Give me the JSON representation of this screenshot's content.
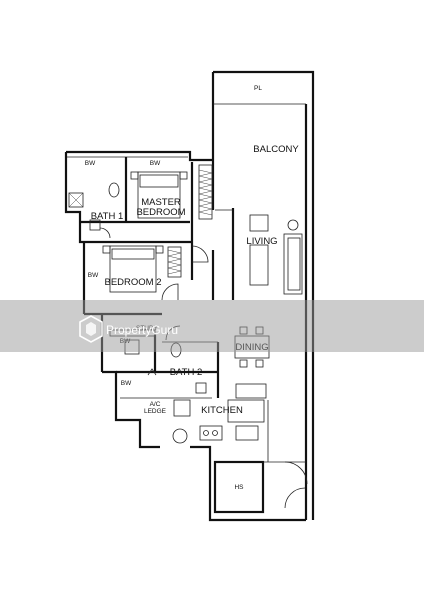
{
  "rooms": {
    "planter": "PL",
    "balcony": "BALCONY",
    "bw_bath1": "BW",
    "bw_master": "BW",
    "bath1": "BATH 1",
    "master_line1": "MASTER",
    "master_line2": "BEDROOM",
    "living": "LIVING",
    "bw_bedroom2": "BW",
    "bedroom2": "BEDROOM 2",
    "dining": "DINING",
    "bw_lower1": "BW",
    "bath2": "BATH 2",
    "bw_lower2": "BW",
    "ac_line1": "A/C",
    "ac_line2": "LEDGE",
    "kitchen": "KITCHEN",
    "household_shelter": "HS",
    "study_partial": "STUDY"
  },
  "watermark": {
    "brand": "PropertyGuru",
    "logo_icon": "propertyguru-logo-icon"
  }
}
